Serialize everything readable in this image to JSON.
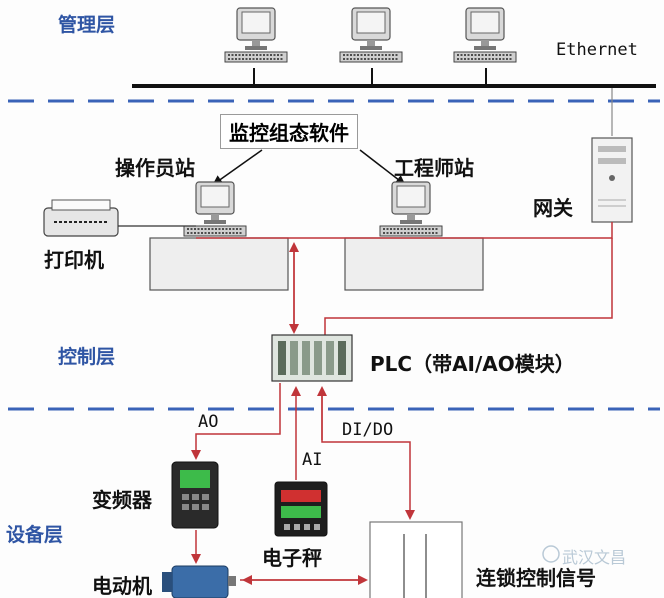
{
  "layers": {
    "management": "管理层",
    "control": "控制层",
    "device": "设备层"
  },
  "network": "Ethernet",
  "software": "监控组态软件",
  "stations": {
    "operator": "操作员站",
    "engineer": "工程师站"
  },
  "gateway": "网关",
  "printer": "打印机",
  "plc": "PLC（带AI/AO模块）",
  "signals": {
    "ao": "AO",
    "ai": "AI",
    "dido": "DI/DO"
  },
  "devices": {
    "vfd": "变频器",
    "scale": "电子秤",
    "motor": "电动机",
    "interlock": "连锁控制信号"
  },
  "watermark": "武汉文昌",
  "colors": {
    "layer_text": "#2f55a4",
    "dashed_divider": "#3a63b8",
    "signal_line": "#c0353a",
    "bus": "#111111"
  }
}
